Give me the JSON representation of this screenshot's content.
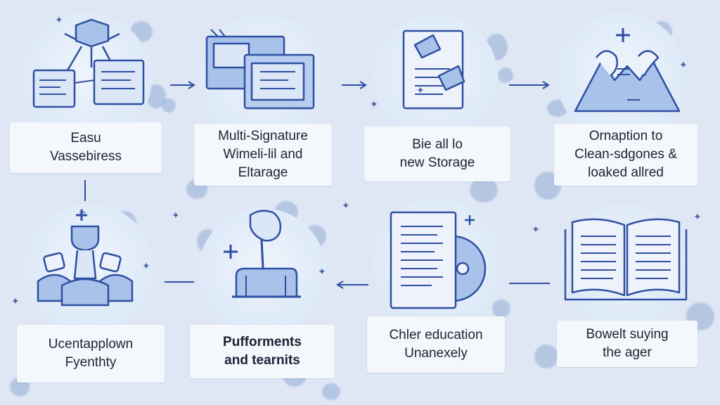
{
  "steps": [
    {
      "line1": "Easu",
      "line2": "Vassebiress",
      "line3": "",
      "icon": "workflow-documents-icon"
    },
    {
      "line1": "Multi-Signature",
      "line2": "Wimeli-lil and",
      "line3": "Eltarage",
      "icon": "multi-window-icon"
    },
    {
      "line1": "Bie all lo",
      "line2": "new Storage",
      "line3": "",
      "icon": "certificate-icon"
    },
    {
      "line1": "Ornaption to",
      "line2": "Clean-sdgones &",
      "line3": "loaked allred",
      "icon": "two-people-icon"
    },
    {
      "line1": "Ucentapplown",
      "line2": "Fyenthty",
      "line3": "",
      "icon": "trophy-team-icon"
    },
    {
      "line1": "Pufforments",
      "line2": "and tearnits",
      "line3": "",
      "icon": "person-chart-icon"
    },
    {
      "line1": "Chler education",
      "line2": "Unanexely",
      "line3": "",
      "icon": "document-disc-icon"
    },
    {
      "line1": "Bowelt suying",
      "line2": "the ager",
      "line3": "",
      "icon": "open-book-icon"
    }
  ],
  "colors": {
    "accent": "#2f4fa2",
    "fill": "#a9c2ea",
    "background": "#dfe7f4"
  }
}
